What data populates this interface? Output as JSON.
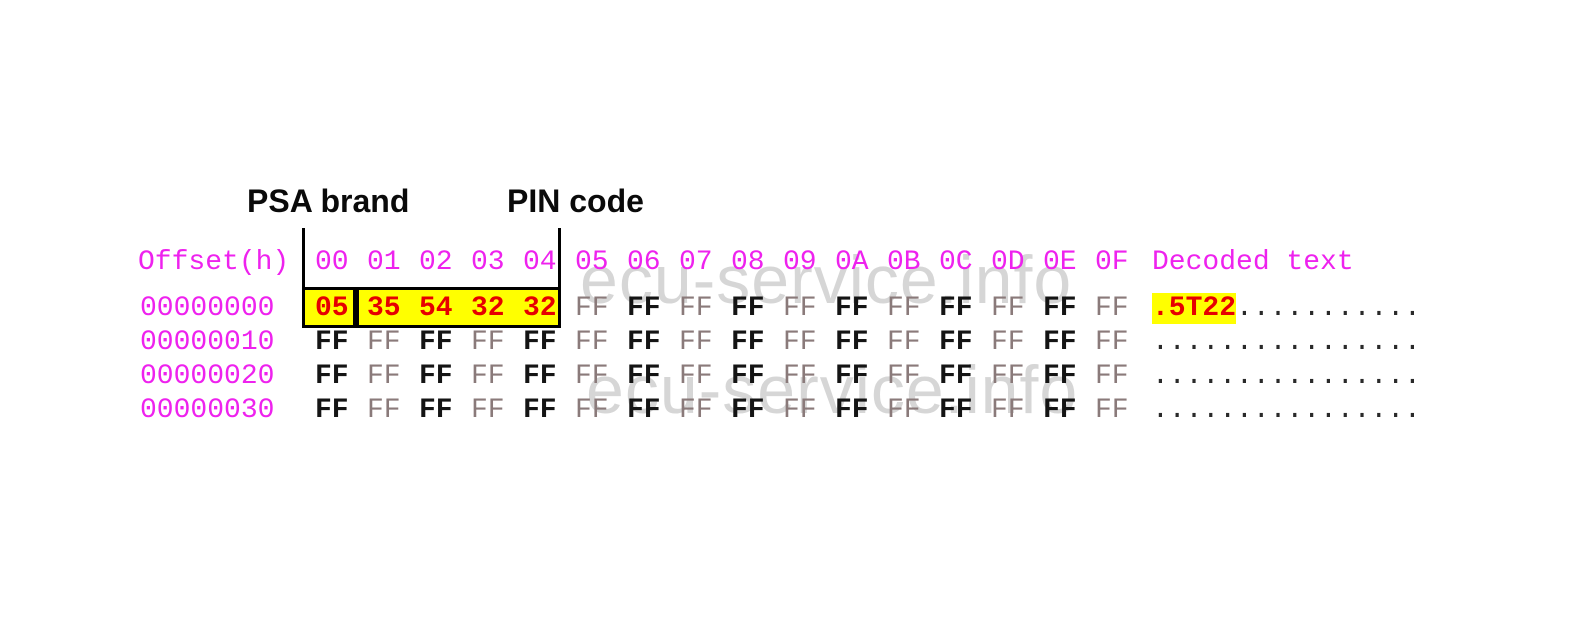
{
  "annotations": {
    "psa_brand": "PSA brand",
    "pin_code": "PIN code"
  },
  "hex_header": {
    "offset_label": "Offset(h)",
    "columns": [
      "00",
      "01",
      "02",
      "03",
      "04",
      "05",
      "06",
      "07",
      "08",
      "09",
      "0A",
      "0B",
      "0C",
      "0D",
      "0E",
      "0F"
    ],
    "decoded_label": "Decoded text"
  },
  "rows": [
    {
      "offset": "00000000",
      "bytes": [
        "05",
        "35",
        "54",
        "32",
        "32",
        "FF",
        "FF",
        "FF",
        "FF",
        "FF",
        "FF",
        "FF",
        "FF",
        "FF",
        "FF",
        "FF"
      ],
      "red_bytes": [
        0,
        1,
        2,
        3,
        4
      ],
      "decoded_highlight": ".5T22",
      "decoded_rest": "..........."
    },
    {
      "offset": "00000010",
      "bytes": [
        "FF",
        "FF",
        "FF",
        "FF",
        "FF",
        "FF",
        "FF",
        "FF",
        "FF",
        "FF",
        "FF",
        "FF",
        "FF",
        "FF",
        "FF",
        "FF"
      ],
      "decoded_rest": "................"
    },
    {
      "offset": "00000020",
      "bytes": [
        "FF",
        "FF",
        "FF",
        "FF",
        "FF",
        "FF",
        "FF",
        "FF",
        "FF",
        "FF",
        "FF",
        "FF",
        "FF",
        "FF",
        "FF",
        "FF"
      ],
      "decoded_rest": "................"
    },
    {
      "offset": "00000030",
      "bytes": [
        "FF",
        "FF",
        "FF",
        "FF",
        "FF",
        "FF",
        "FF",
        "FF",
        "FF",
        "FF",
        "FF",
        "FF",
        "FF",
        "FF",
        "FF",
        "FF"
      ],
      "decoded_rest": "................"
    }
  ],
  "watermark": {
    "text": "ecu-service.info"
  },
  "colors": {
    "offset_magenta": "#ee22ee",
    "highlight_yellow": "#ffff00",
    "highlight_red": "#e60000",
    "byte_dark": "#141414",
    "byte_light": "#8a7a7a"
  }
}
